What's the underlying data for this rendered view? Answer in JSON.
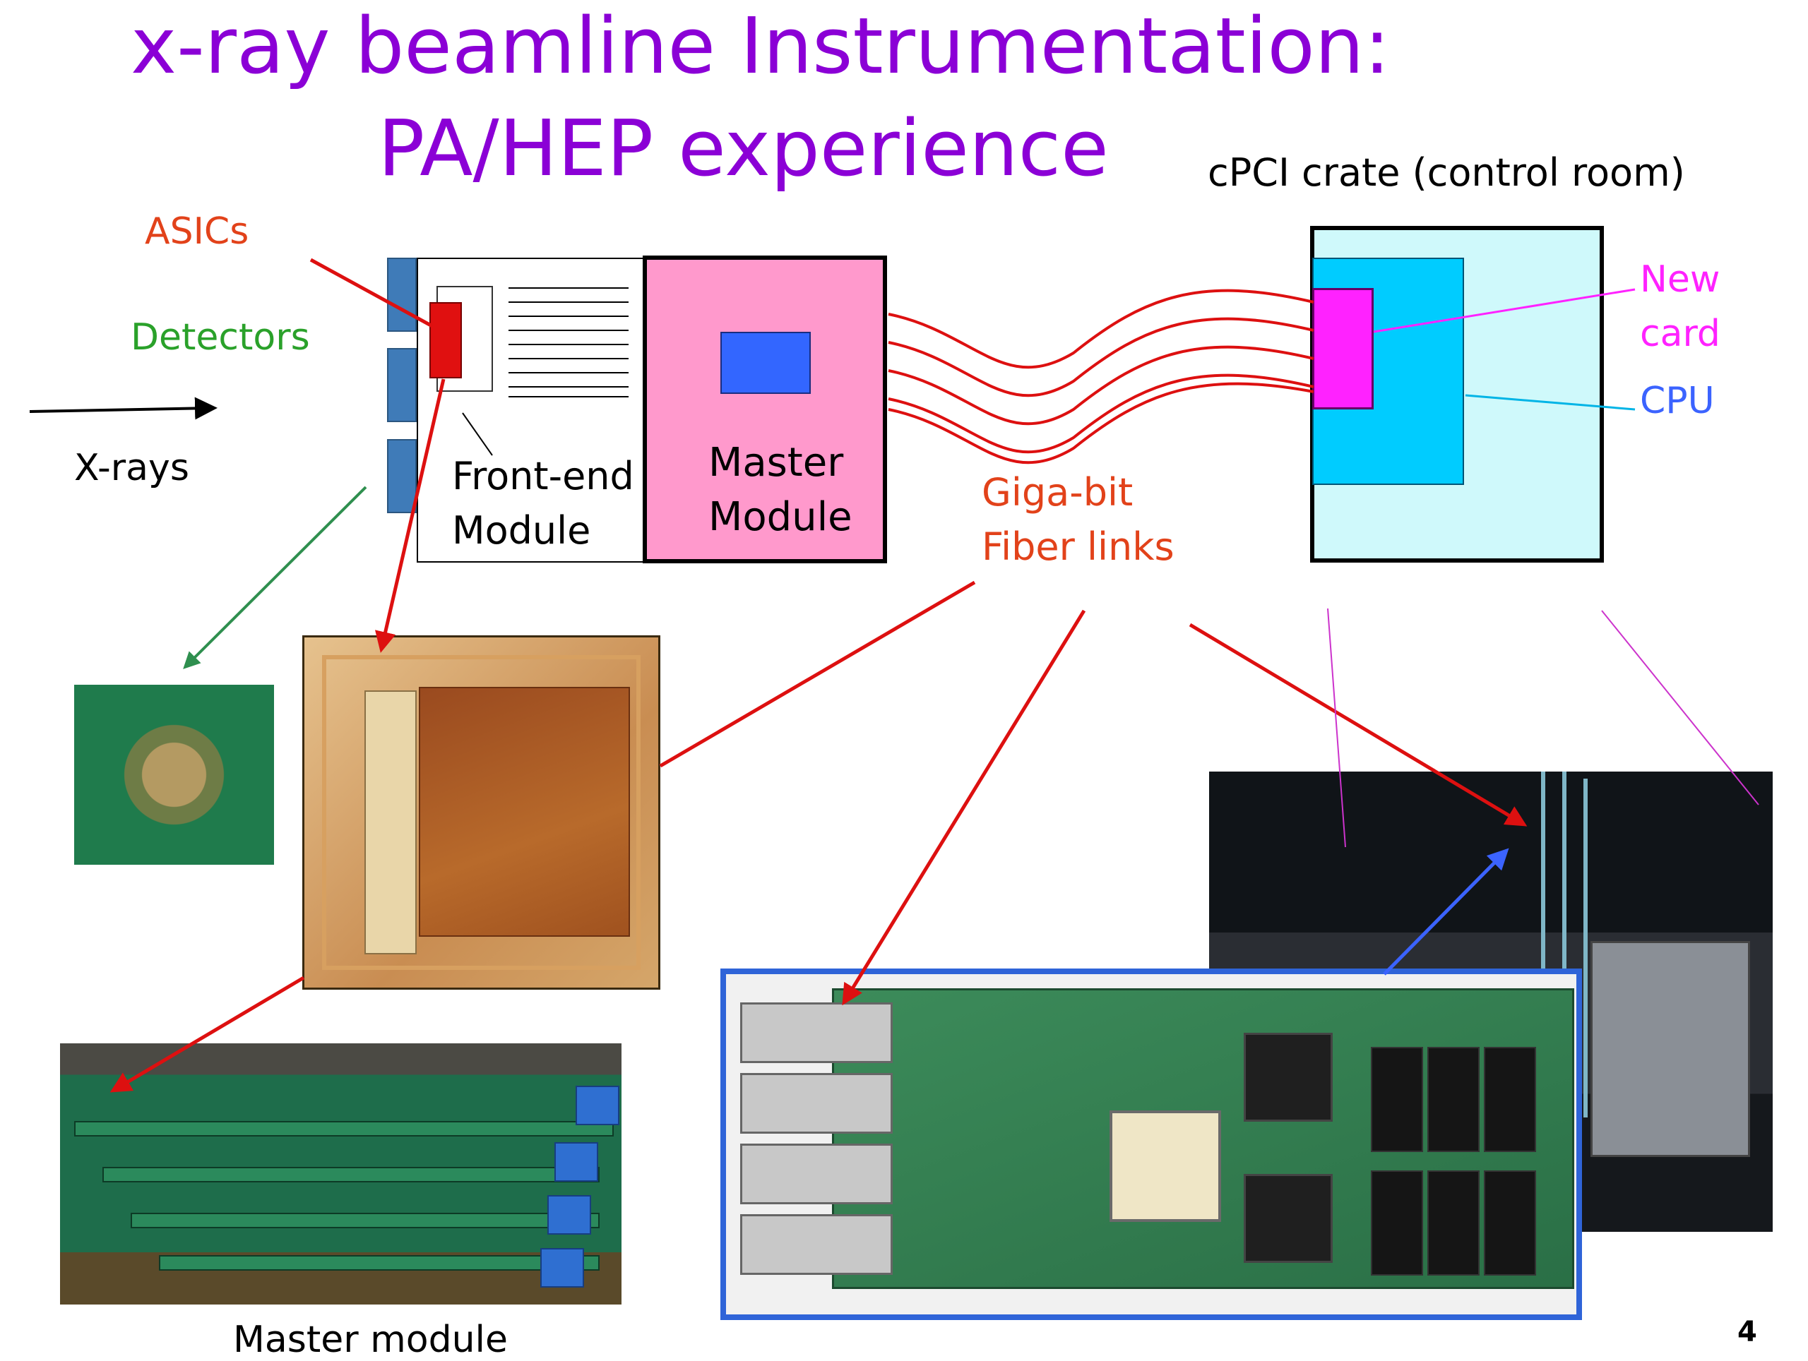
{
  "title": {
    "line1": "x-ray beamline Instrumentation:",
    "line2": "PA/HEP experience"
  },
  "diagram": {
    "crate_title": "cPCI crate (control room)",
    "asics": "ASICs",
    "detectors": "Detectors",
    "xrays": "X-rays",
    "front_end": {
      "line1": "Front-end",
      "line2": "Module"
    },
    "master": {
      "line1": "Master",
      "line2": "Module"
    },
    "fiber": {
      "line1": "Giga-bit",
      "line2": "Fiber links"
    },
    "new_card": {
      "line1": "New",
      "line2": "card"
    },
    "cpu": "CPU"
  },
  "captions": {
    "master_module": "Master module"
  },
  "page_number": "4",
  "colors": {
    "title": "#8b00d6",
    "asics_label": "#e2421a",
    "detectors_label": "#2aa12a",
    "fiber_links": "#dd1010",
    "new_card": "#ff22ff",
    "cpu_label": "#3b63ff",
    "master_module_fill": "#ff99cc",
    "crate_fill": "#cff9fb",
    "cpu_fill": "#00ccff"
  }
}
